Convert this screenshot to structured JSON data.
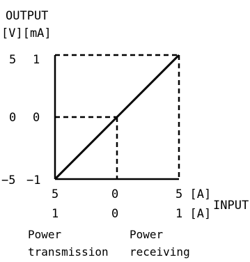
{
  "chart_data": {
    "type": "line",
    "output_title": "OUTPUT",
    "output_units": "[V][mA]",
    "y_ticks_voltage": [
      "5",
      "0",
      "−5"
    ],
    "y_ticks_current": [
      "1",
      "0",
      "−1"
    ],
    "x_ticks_row1": [
      "5",
      "0",
      "5 [A]"
    ],
    "x_ticks_row2": [
      "1",
      "0",
      "1 [A]"
    ],
    "x_axis_label": "INPUT",
    "left_region_label": [
      "Power",
      "transmission"
    ],
    "right_region_label": [
      "Power",
      "receiving"
    ],
    "series": [
      {
        "x": [
          -5,
          0,
          5
        ],
        "y": [
          -5,
          0,
          5
        ]
      }
    ],
    "xlim": [
      -5,
      5
    ],
    "ylim": [
      -5,
      5
    ],
    "grid": false
  }
}
